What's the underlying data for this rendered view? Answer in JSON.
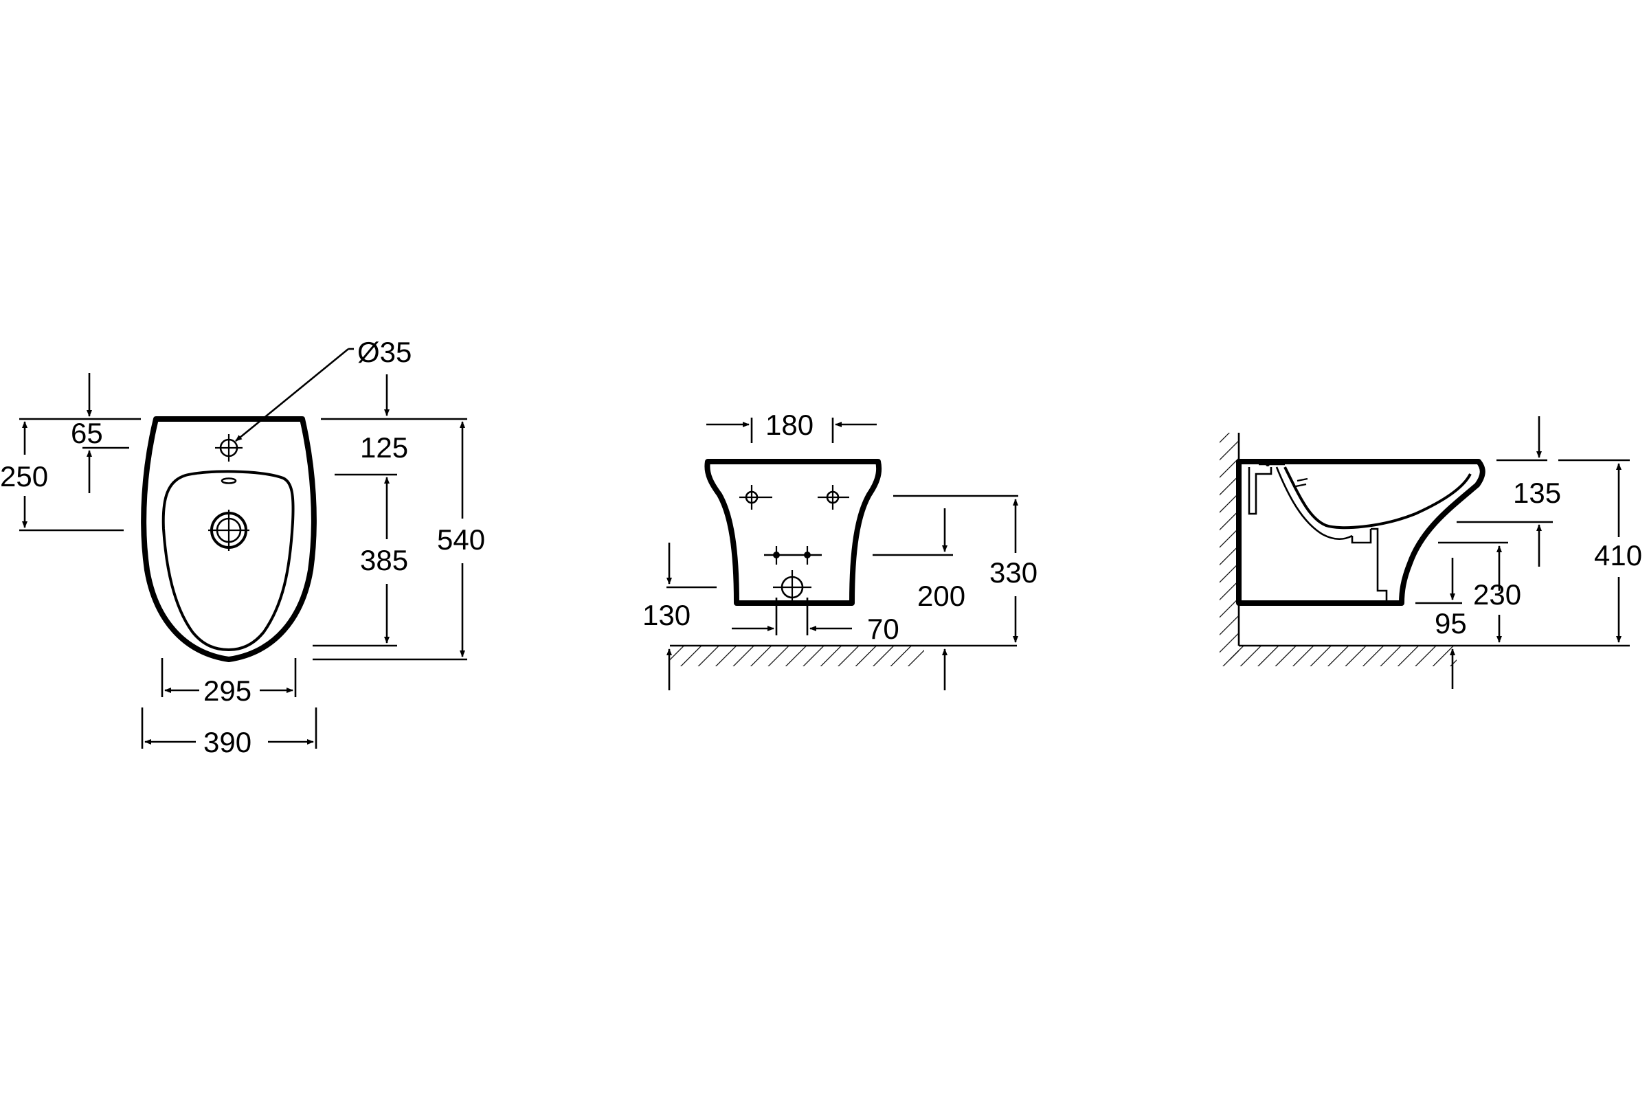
{
  "dimensions": {
    "top_view": {
      "hole_diameter": "Ø35",
      "edge_to_hole": "65",
      "edge_to_drain": "250",
      "rim_offset": "125",
      "bowl_depth": "385",
      "overall_depth": "540",
      "inner_width": "295",
      "overall_width": "390"
    },
    "rear_view": {
      "fixing_spacing": "180",
      "drain_height": "130",
      "supply_height": "200",
      "overall_height": "330",
      "supply_spacing": "70"
    },
    "side_view": {
      "rim_to_waste": "135",
      "overall_height": "410",
      "waste_height": "230",
      "waste_projection": "95"
    }
  },
  "colors": {
    "ink": "#000000",
    "background": "#ffffff"
  }
}
